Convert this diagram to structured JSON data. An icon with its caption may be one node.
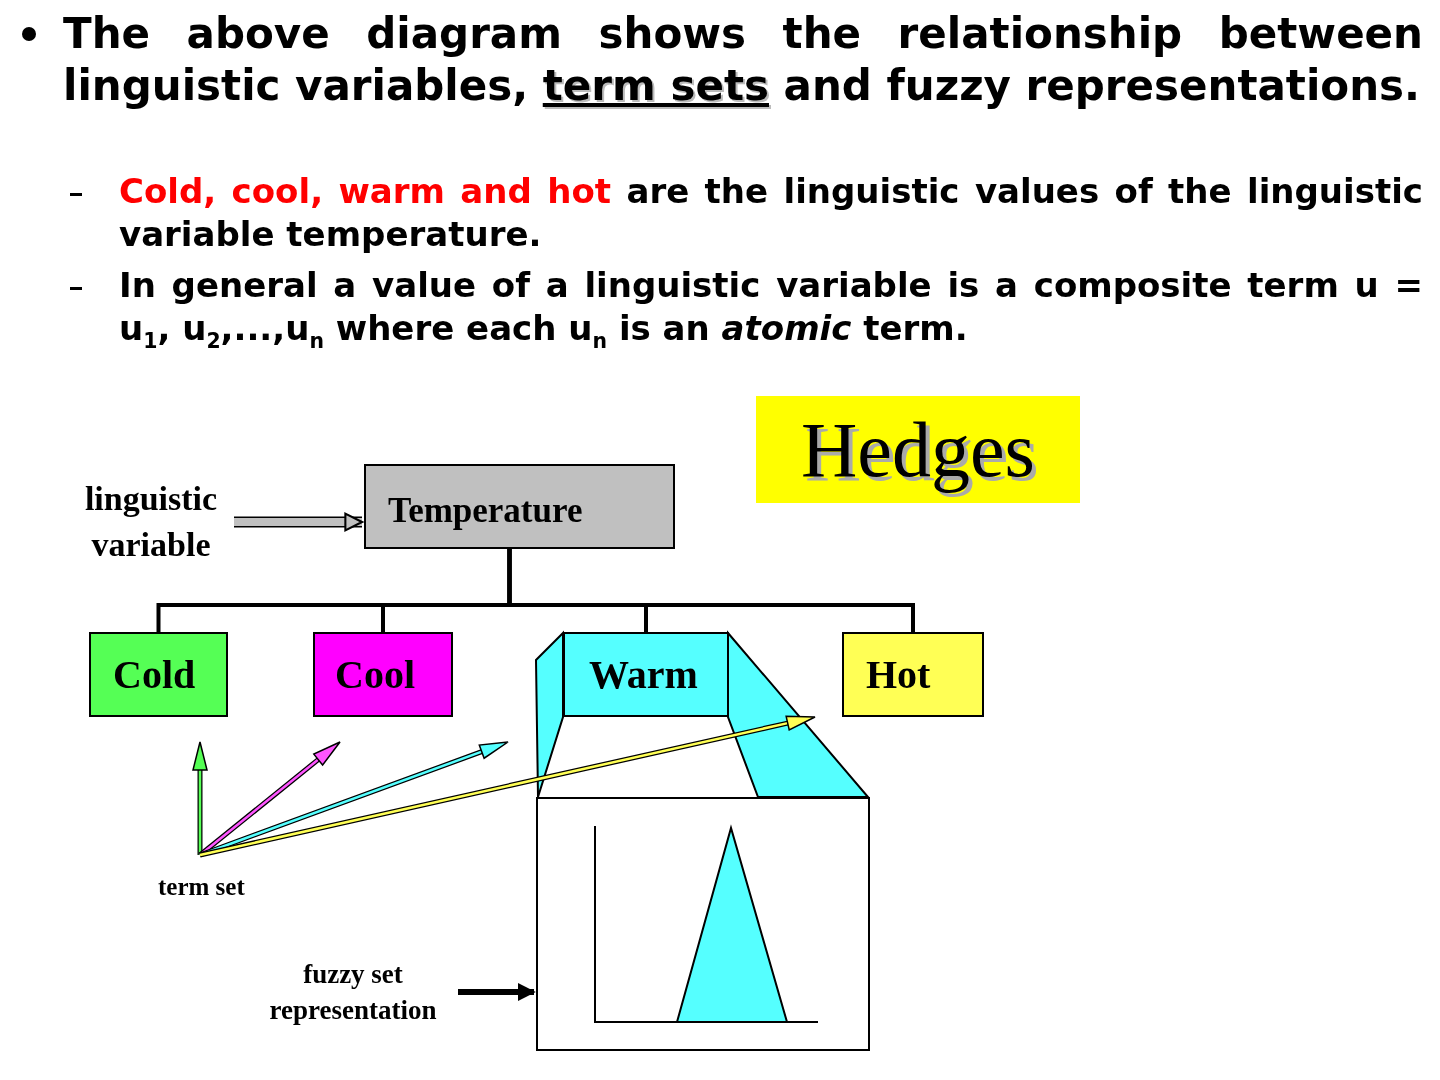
{
  "diagram": {
    "nodes": [
      {
        "text": [
          "linguistic variable"
        ]
      },
      {
        "text": [
          "Temperature"
        ]
      },
      {
        "text": [
          "Hedges"
        ]
      },
      {
        "text": [
          "Cold"
        ]
      },
      {
        "text": [
          "Cool"
        ]
      },
      {
        "text": [
          "Warm"
        ]
      },
      {
        "text": [
          "Hot"
        ]
      },
      {
        "text": [
          "fuzzy set representation"
        ]
      },
      {
        "text": [],
        "shape": "box"
      }
    ],
    "edges": [
      {
        "from": 0,
        "to": 1,
        "arrow": "to",
        "style": "thick"
      },
      {
        "from": 1,
        "to": 3,
        "arrow": "none"
      },
      {
        "from": 1,
        "to": 4,
        "arrow": "none"
      },
      {
        "from": 1,
        "to": 5,
        "arrow": "none"
      },
      {
        "from": 1,
        "to": 6,
        "arrow": "none"
      },
      {
        "from": 7,
        "to": 8,
        "arrow": "to"
      }
    ],
    "labels": [
      "The above diagram shows the relationship between linguistic variables,",
      "term sets",
      "and fuzzy representations.",
      "Cold, cool, warm and hot",
      "are the linguistic values of the linguistic variable temperature.",
      "In general a value of a linguistic variable is a composite term u = u$_{1}$, u$_{2}$,...,u$_{n}$ where each u$_{n}$ is an *atomic* term.",
      "term set"
    ]
  }
}
